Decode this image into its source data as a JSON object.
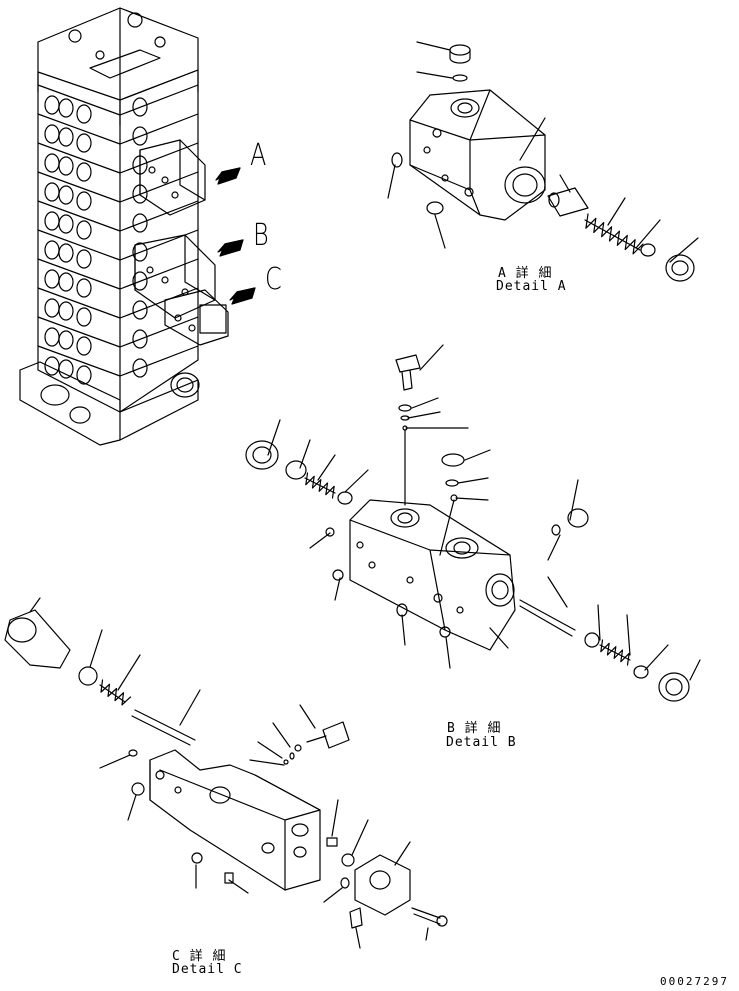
{
  "callouts": {
    "a": "A",
    "b": "B",
    "c": "C"
  },
  "details": [
    {
      "jp": "A 詳 細",
      "en": "Detail A"
    },
    {
      "jp": "B 詳 細",
      "en": "Detail B"
    },
    {
      "jp": "C 詳 細",
      "en": "Detail C"
    }
  ],
  "doc_number": "00027297",
  "colors": {
    "line": "#000000",
    "background": "#ffffff"
  }
}
